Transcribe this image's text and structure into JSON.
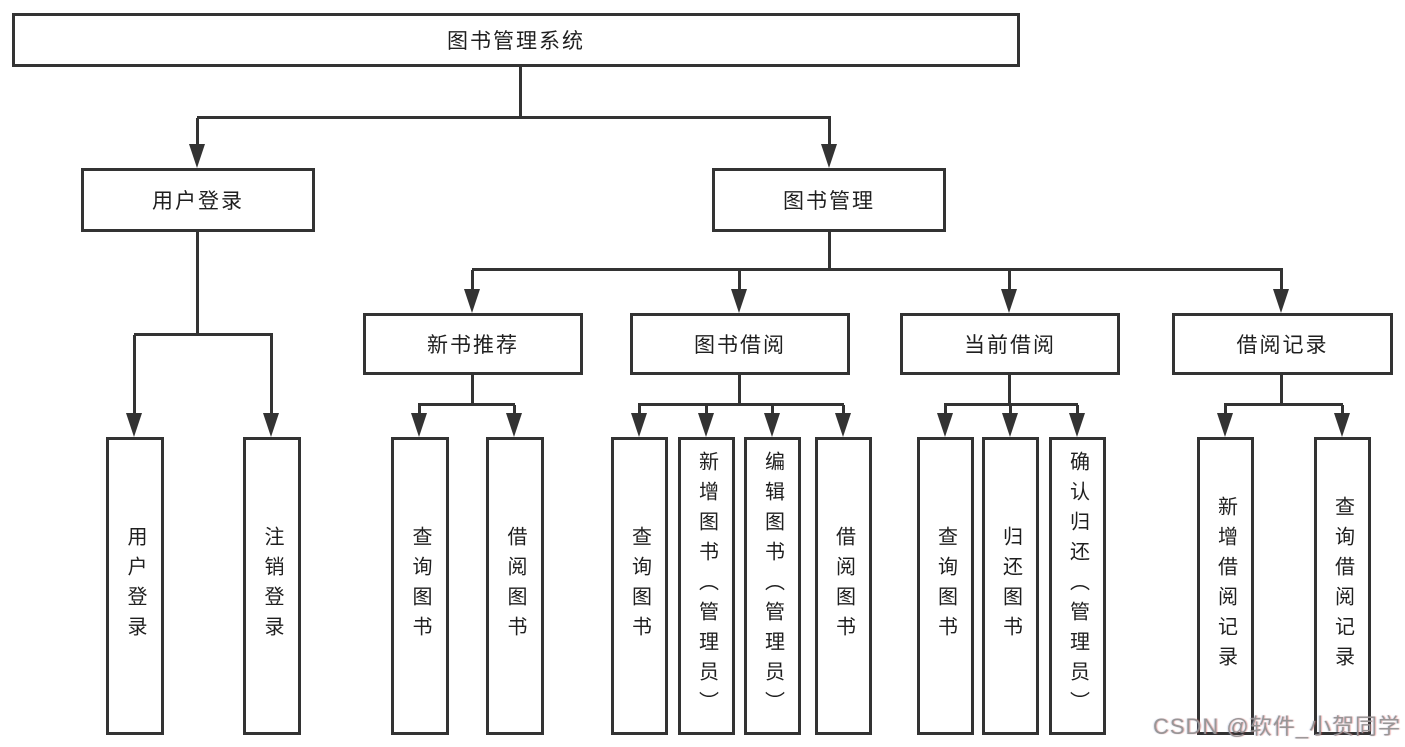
{
  "diagram_type": "tree",
  "colors": {
    "line": "#333333",
    "text": "#1f1f1f",
    "background": "#ffffff",
    "watermark_gray": "#949494",
    "watermark_red_tint": "#d66060"
  },
  "tree": {
    "label": "图书管理系统",
    "children": [
      {
        "label": "用户登录",
        "children": [
          {
            "label": "用户登录"
          },
          {
            "label": "注销登录"
          }
        ]
      },
      {
        "label": "图书管理",
        "children": [
          {
            "label": "新书推荐",
            "children": [
              {
                "label": "查询图书"
              },
              {
                "label": "借阅图书"
              }
            ]
          },
          {
            "label": "图书借阅",
            "children": [
              {
                "label": "查询图书"
              },
              {
                "label": "新增图书（管理员）"
              },
              {
                "label": "编辑图书（管理员）"
              },
              {
                "label": "借阅图书"
              }
            ]
          },
          {
            "label": "当前借阅",
            "children": [
              {
                "label": "查询图书"
              },
              {
                "label": "归还图书"
              },
              {
                "label": "确认归还（管理员）"
              }
            ]
          },
          {
            "label": "借阅记录",
            "children": [
              {
                "label": "新增借阅记录"
              },
              {
                "label": "查询借阅记录"
              }
            ]
          }
        ]
      }
    ]
  },
  "watermark": {
    "text": "CSDN @软件_小贺同学"
  }
}
